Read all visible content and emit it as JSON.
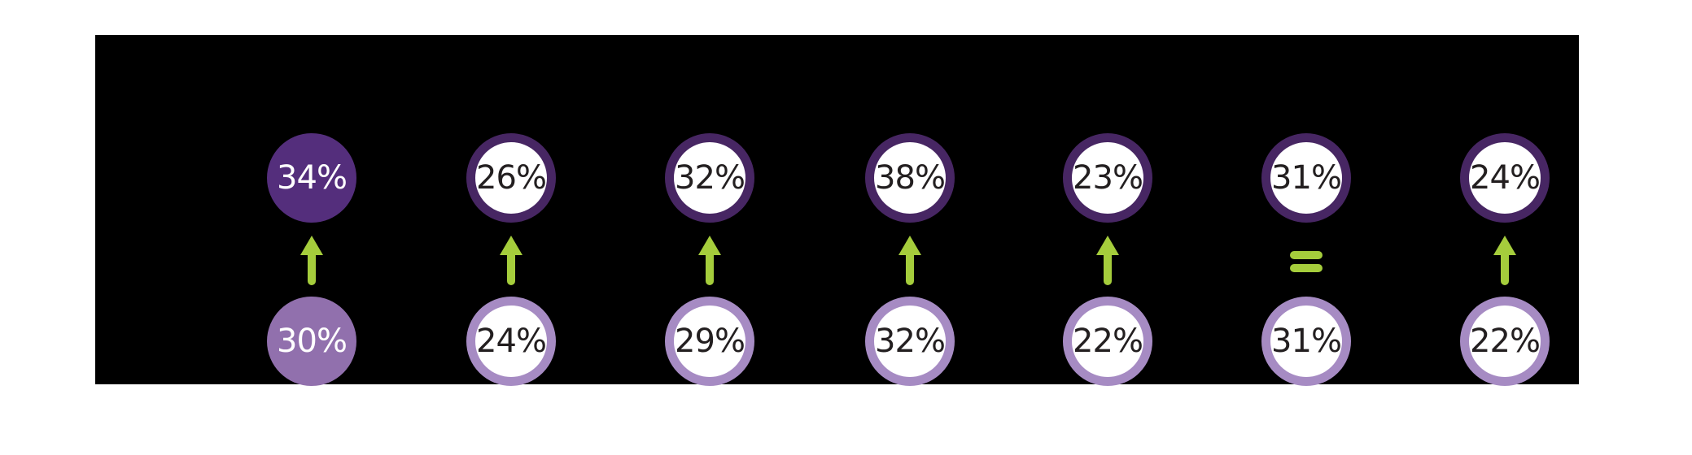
{
  "colors": {
    "background": "#ffffff",
    "panel": "#000000",
    "top_circle_fill": "#542e7c",
    "top_circle_ring": "#472663",
    "bottom_circle_fill": "#9170ad",
    "bottom_circle_ring": "#a68bc3",
    "indicator_green": "#a5cd3c",
    "value_text_dark": "#231f20",
    "value_text_light": "#ffffff"
  },
  "chart_data": {
    "type": "table",
    "subtype": "paired-circle-comparison-infographic",
    "title": "",
    "unit": "%",
    "series": [
      {
        "name": "top_row",
        "values": [
          34,
          26,
          32,
          38,
          23,
          31,
          24
        ]
      },
      {
        "name": "bottom_row",
        "values": [
          30,
          24,
          29,
          32,
          22,
          31,
          22
        ]
      }
    ],
    "change_per_column": [
      "up",
      "up",
      "up",
      "up",
      "up",
      "equal",
      "up"
    ],
    "layout_hints": {
      "columns": 7,
      "panel": "black rounded-none rectangle",
      "first_column_style": "solid filled circles",
      "other_columns_style": "white circles with thick rings"
    }
  },
  "columns": [
    {
      "top_label": "34%",
      "bottom_label": "30%",
      "indicator": "up",
      "emphasis": "filled"
    },
    {
      "top_label": "26%",
      "bottom_label": "24%",
      "indicator": "up",
      "emphasis": "outlined"
    },
    {
      "top_label": "32%",
      "bottom_label": "29%",
      "indicator": "up",
      "emphasis": "outlined"
    },
    {
      "top_label": "38%",
      "bottom_label": "32%",
      "indicator": "up",
      "emphasis": "outlined"
    },
    {
      "top_label": "23%",
      "bottom_label": "22%",
      "indicator": "up",
      "emphasis": "outlined"
    },
    {
      "top_label": "31%",
      "bottom_label": "31%",
      "indicator": "equal",
      "emphasis": "outlined"
    },
    {
      "top_label": "24%",
      "bottom_label": "22%",
      "indicator": "up",
      "emphasis": "outlined"
    }
  ]
}
